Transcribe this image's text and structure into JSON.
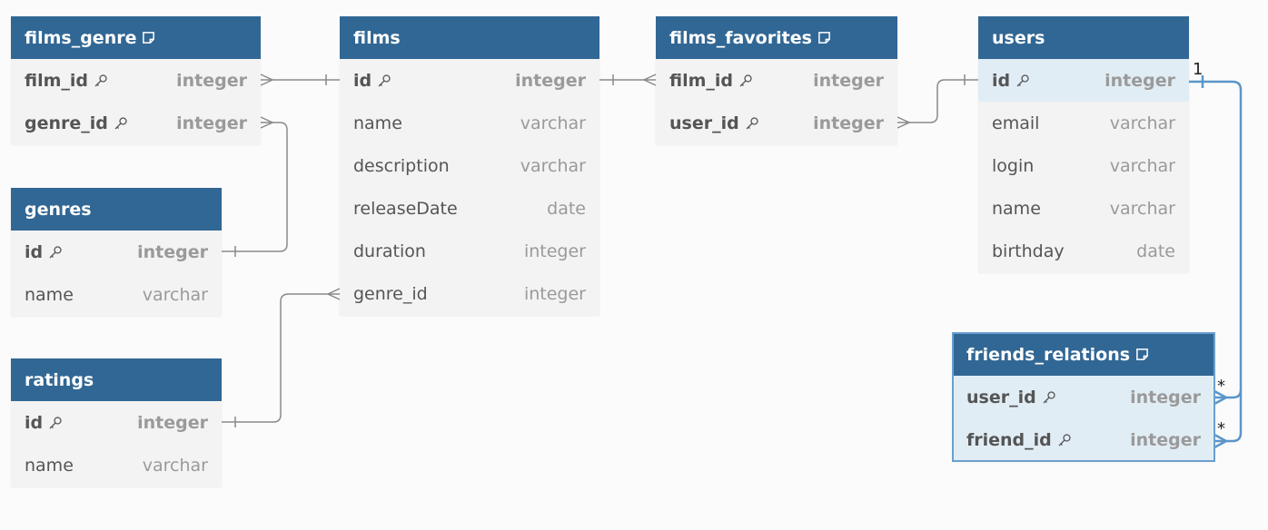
{
  "tables": {
    "films_genre": {
      "name": "films_genre",
      "fields": [
        {
          "name": "film_id",
          "type": "integer"
        },
        {
          "name": "genre_id",
          "type": "integer"
        }
      ]
    },
    "films": {
      "name": "films",
      "fields": [
        {
          "name": "id",
          "type": "integer"
        },
        {
          "name": "name",
          "type": "varchar"
        },
        {
          "name": "description",
          "type": "varchar"
        },
        {
          "name": "releaseDate",
          "type": "date"
        },
        {
          "name": "duration",
          "type": "integer"
        },
        {
          "name": "genre_id",
          "type": "integer"
        }
      ]
    },
    "films_favorites": {
      "name": "films_favorites",
      "fields": [
        {
          "name": "film_id",
          "type": "integer"
        },
        {
          "name": "user_id",
          "type": "integer"
        }
      ]
    },
    "users": {
      "name": "users",
      "fields": [
        {
          "name": "id",
          "type": "integer"
        },
        {
          "name": "email",
          "type": "varchar"
        },
        {
          "name": "login",
          "type": "varchar"
        },
        {
          "name": "name",
          "type": "varchar"
        },
        {
          "name": "birthday",
          "type": "date"
        }
      ]
    },
    "genres": {
      "name": "genres",
      "fields": [
        {
          "name": "id",
          "type": "integer"
        },
        {
          "name": "name",
          "type": "varchar"
        }
      ]
    },
    "ratings": {
      "name": "ratings",
      "fields": [
        {
          "name": "id",
          "type": "integer"
        },
        {
          "name": "name",
          "type": "varchar"
        }
      ]
    },
    "friends_relations": {
      "name": "friends_relations",
      "fields": [
        {
          "name": "user_id",
          "type": "integer"
        },
        {
          "name": "friend_id",
          "type": "integer"
        }
      ]
    }
  },
  "relations": [
    {
      "from": "films_genre.film_id",
      "to": "films.id",
      "from_card": "many",
      "to_card": "one"
    },
    {
      "from": "films_genre.genre_id",
      "to": "genres.id",
      "from_card": "many",
      "to_card": "one"
    },
    {
      "from": "films.genre_id",
      "to": "ratings.id",
      "from_card": "many",
      "to_card": "one"
    },
    {
      "from": "films_favorites.film_id",
      "to": "films.id",
      "from_card": "many",
      "to_card": "one"
    },
    {
      "from": "films_favorites.user_id",
      "to": "users.id",
      "from_card": "many",
      "to_card": "one"
    },
    {
      "from": "friends_relations.user_id",
      "to": "users.id",
      "from_card": "many",
      "to_card": "one"
    },
    {
      "from": "friends_relations.friend_id",
      "to": "users.id",
      "from_card": "many",
      "to_card": "one"
    }
  ],
  "highlight": {
    "one_label": "1",
    "many_label_user": "*",
    "many_label_friend": "*"
  },
  "colors": {
    "header": "#316794",
    "body": "#f3f3f3",
    "highlight_row": "#e1edf5",
    "edge": "#8a8a8a",
    "highlight_edge": "#5b95c9"
  },
  "icons": {
    "primary_key": "key-icon",
    "table_note": "note-icon"
  }
}
